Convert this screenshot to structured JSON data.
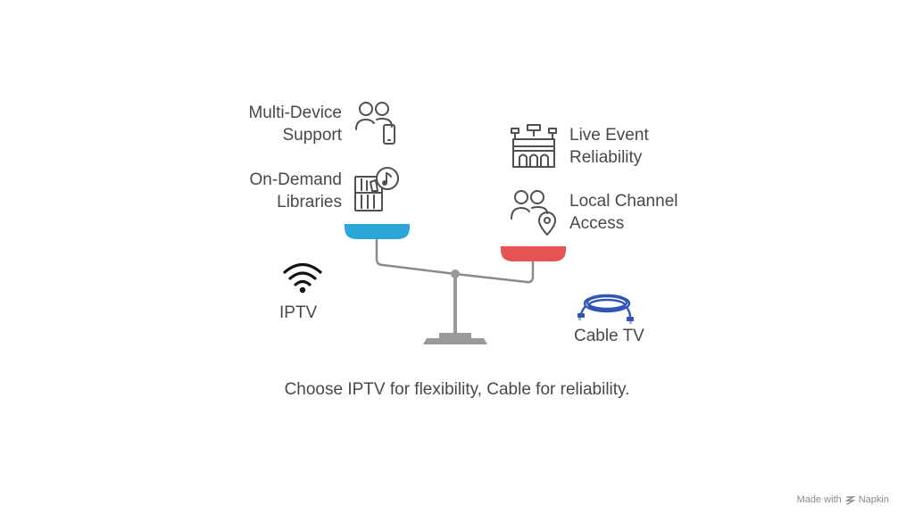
{
  "diagram": {
    "left_side": {
      "name": "IPTV",
      "features": [
        {
          "line1": "Multi-Device",
          "line2": "Support",
          "icon": "users-device-icon"
        },
        {
          "line1": "On-Demand",
          "line2": "Libraries",
          "icon": "media-library-icon"
        }
      ],
      "icon": "wifi-icon",
      "color": "#2aa6d8"
    },
    "right_side": {
      "name": "Cable TV",
      "features": [
        {
          "line1": "Live Event",
          "line2": "Reliability",
          "icon": "stadium-icon"
        },
        {
          "line1": "Local Channel",
          "line2": "Access",
          "icon": "users-location-icon"
        }
      ],
      "icon": "cable-icon",
      "color": "#e65353"
    },
    "caption": "Choose IPTV for flexibility, Cable for reliability."
  },
  "watermark": {
    "prefix": "Made with",
    "brand": "Napkin"
  }
}
